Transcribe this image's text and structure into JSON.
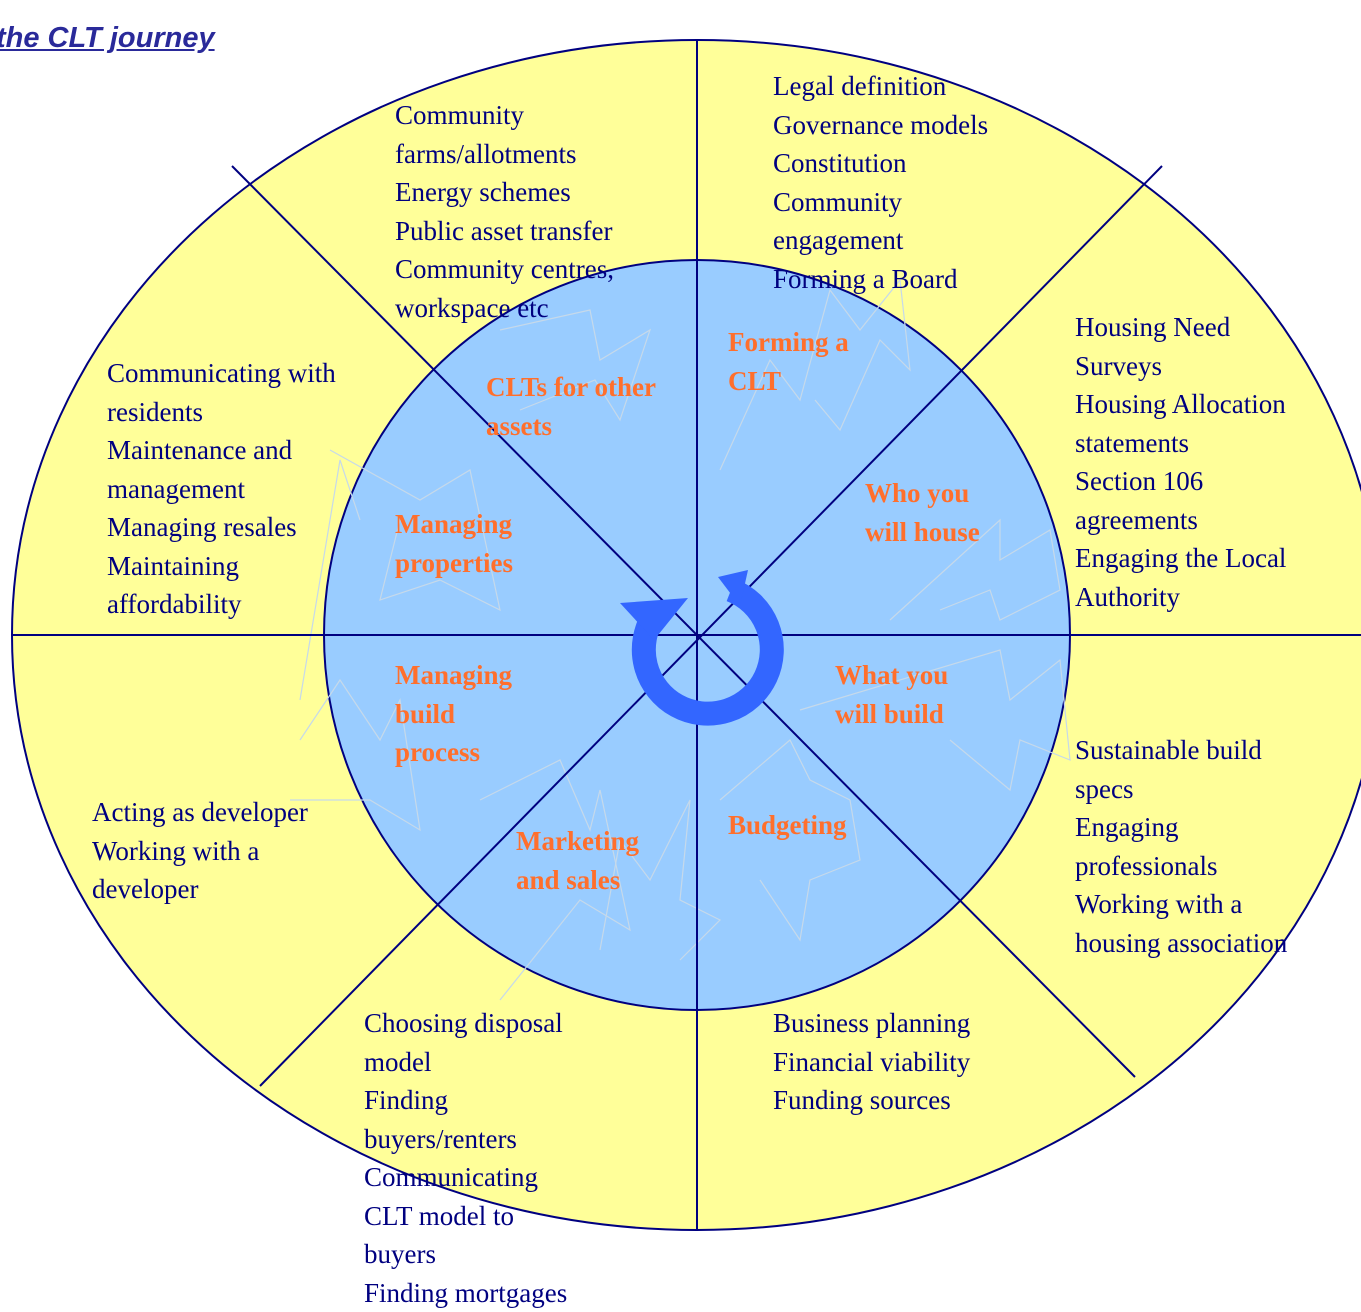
{
  "title": "the CLT journey",
  "colors": {
    "outer_fill": "#ffff99",
    "inner_fill": "#99ccff",
    "line": "#000080",
    "stage_label": "#ff6f2c",
    "cycle_arrow": "#3366ff"
  },
  "stages": [
    {
      "key": "forming",
      "label": [
        "Forming a",
        "CLT"
      ],
      "details": [
        "Legal definition",
        "Governance models",
        "Constitution",
        "Community",
        "engagement",
        "Forming a Board"
      ]
    },
    {
      "key": "who",
      "label": [
        "Who you",
        "will house"
      ],
      "details": [
        "Housing Need",
        "Surveys",
        "Housing Allocation",
        "statements",
        "Section 106",
        "agreements",
        "Engaging the Local",
        "Authority"
      ]
    },
    {
      "key": "what",
      "label": [
        "What you",
        "will build"
      ],
      "details": [
        "Sustainable build",
        "specs",
        "Engaging",
        "professionals",
        "Working with a",
        "housing association"
      ]
    },
    {
      "key": "budgeting",
      "label": [
        "Budgeting"
      ],
      "details": [
        "Business planning",
        "Financial viability",
        "Funding sources"
      ]
    },
    {
      "key": "marketing",
      "label": [
        "Marketing",
        "and sales"
      ],
      "details": [
        "Choosing disposal",
        "model",
        "Finding",
        "buyers/renters",
        "Communicating",
        "CLT model to",
        "buyers",
        "Finding mortgages"
      ]
    },
    {
      "key": "build",
      "label": [
        "Managing",
        "build",
        "process"
      ],
      "details": [
        "Acting as developer",
        "Working with a",
        "developer"
      ]
    },
    {
      "key": "properties",
      "label": [
        "Managing",
        "properties"
      ],
      "details": [
        "Communicating with",
        "residents",
        "Maintenance and",
        "management",
        "Managing resales",
        "Maintaining",
        "affordability"
      ]
    },
    {
      "key": "other",
      "label": [
        "CLTs for other",
        "assets"
      ],
      "details": [
        "Community",
        "farms/allotments",
        "Energy schemes",
        "Public asset transfer",
        "Community centres,",
        "workspace etc"
      ]
    }
  ]
}
